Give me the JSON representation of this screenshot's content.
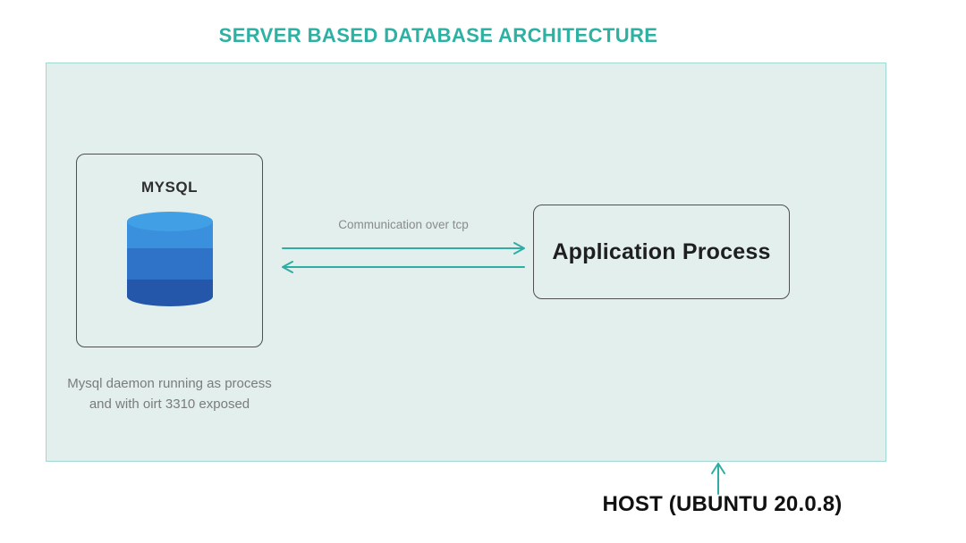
{
  "title": "SERVER BASED DATABASE ARCHITECTURE",
  "diagram": {
    "mysql_node": {
      "label": "MYSQL",
      "icon": "database-cylinder-icon",
      "caption": "Mysql daemon running as process and with oirt 3310 exposed"
    },
    "application_node": {
      "label": "Application Process"
    },
    "connection": {
      "label": "Communication over tcp"
    },
    "host": {
      "label": "HOST (UBUNTU 20.0.8)"
    }
  },
  "colors": {
    "accent_teal": "#2FADA3",
    "title_teal": "#2CB1A3",
    "container_bg": "#E2EFED",
    "container_border": "#A0D8D2",
    "node_border": "#4F4F4F",
    "cylinder_top_face": "#41A0E5",
    "cylinder_upper_band": "#3A90DC",
    "cylinder_middle_band": "#2F73C9",
    "cylinder_lower_band": "#2456A9"
  }
}
